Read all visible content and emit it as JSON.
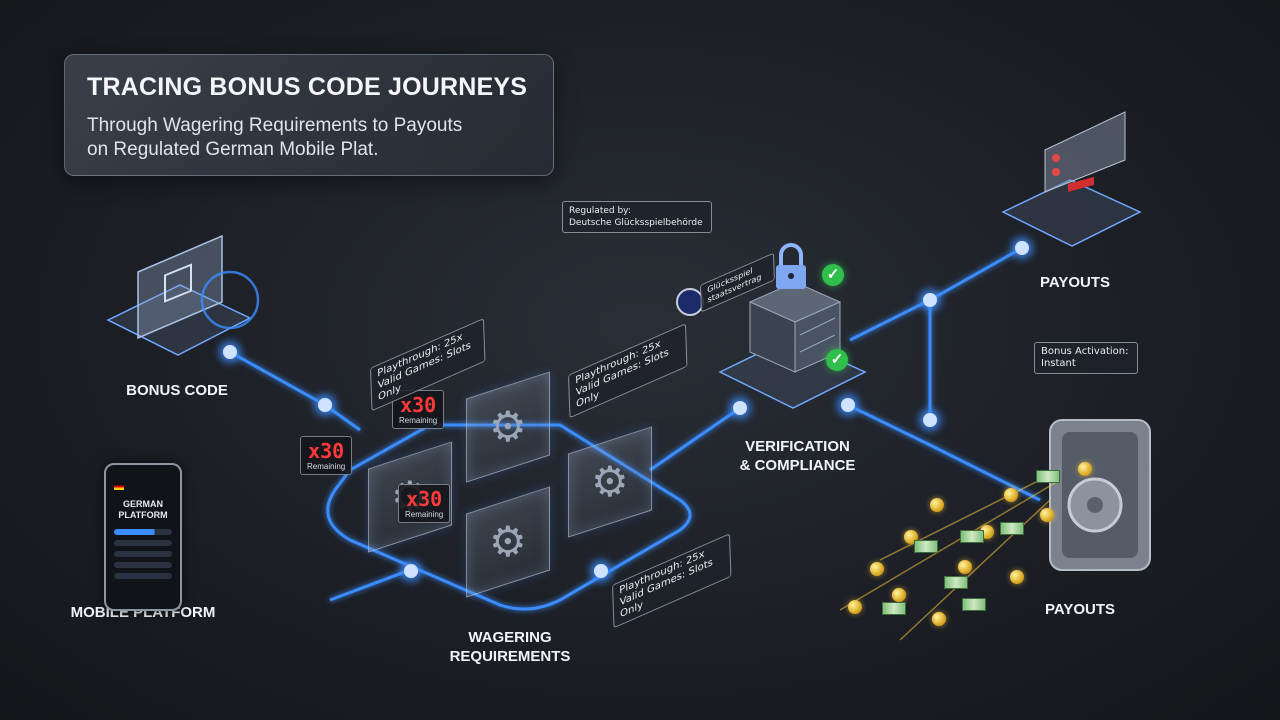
{
  "title": {
    "heading": "TRACING BONUS CODE JOURNEYS",
    "subtitle_line1": "Through Wagering Requirements to Payouts",
    "subtitle_line2": "on Regulated German Mobile Plat."
  },
  "stages": {
    "bonus_code": "BONUS CODE",
    "mobile_platform": "MOBILE PLATFORM",
    "wagering_line1": "WAGERING",
    "wagering_line2": "REQUIREMENTS",
    "verification_line1": "VERIFICATION",
    "verification_line2": "& COMPLIANCE",
    "payouts_top": "PAYOUTS",
    "payouts_bottom": "PAYOUTS"
  },
  "phone": {
    "header_line1": "GERMAN",
    "header_line2": "PLATFORM"
  },
  "tags": {
    "playthrough_1_line1": "Playthrough: 25x",
    "playthrough_1_line2": "Valid Games: Slots Only",
    "playthrough_2_line1": "Playthrough: 25x",
    "playthrough_2_line2": "Valid Games: Slots Only",
    "playthrough_3_line1": "Playthrough: 25x",
    "playthrough_3_line2": "Valid Games: Slots Only",
    "regulated_line1": "Regulated by:",
    "regulated_line2": "Deutsche Glücksspielbehörde",
    "seal_line1": "Glücksspiel",
    "seal_line2": "staatsvertrag",
    "activation_line1": "Bonus Activation:",
    "activation_line2": "Instant"
  },
  "counters": [
    {
      "value": "x30",
      "label": "Remaining"
    },
    {
      "value": "x30",
      "label": "Remaining"
    },
    {
      "value": "x30",
      "label": "Remaining"
    }
  ],
  "colors": {
    "wire_glow": "#3a8dff",
    "counter_red": "#ff3a3a",
    "check_green": "#2fbf4a",
    "coin_gold": "#e1b12c"
  },
  "icons": [
    "chip-card-icon",
    "gear-icon",
    "lock-icon",
    "server-icon",
    "check-icon",
    "vault-icon",
    "coin-icon",
    "banknote-icon",
    "phone-icon"
  ]
}
